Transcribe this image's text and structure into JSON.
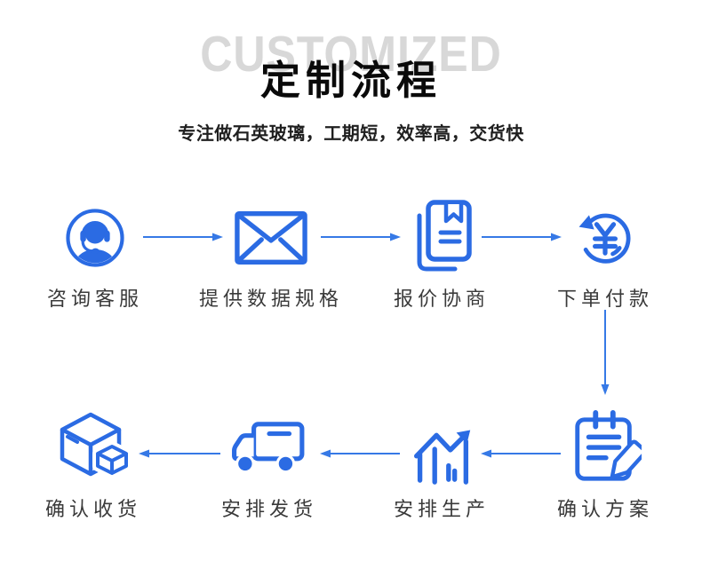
{
  "header": {
    "watermark": "CUSTOMIZED",
    "title": "定制流程",
    "subtitle": "专注做石英玻璃，工期短，效率高，交货快"
  },
  "colors": {
    "icon_blue": "#2b6be3",
    "arrow_blue": "#3679e6",
    "watermark_gray": "#d8d8d8",
    "title_color": "#0a0a0a",
    "subtitle_color": "#1f1f1f",
    "label_color": "#3a3a3a",
    "background": "#ffffff"
  },
  "steps": [
    {
      "order": 1,
      "label": "咨询客服",
      "icon": "customer-service-icon"
    },
    {
      "order": 2,
      "label": "提供数据规格",
      "icon": "envelope-icon"
    },
    {
      "order": 3,
      "label": "报价协商",
      "icon": "quotation-document-icon"
    },
    {
      "order": 4,
      "label": "下单付款",
      "icon": "payment-cycle-yen-icon"
    },
    {
      "order": 5,
      "label": "确认方案",
      "icon": "clipboard-pen-icon"
    },
    {
      "order": 6,
      "label": "安排生产",
      "icon": "production-chart-icon"
    },
    {
      "order": 7,
      "label": "安排发货",
      "icon": "delivery-truck-icon"
    },
    {
      "order": 8,
      "label": "确认收货",
      "icon": "package-box-icon"
    }
  ]
}
